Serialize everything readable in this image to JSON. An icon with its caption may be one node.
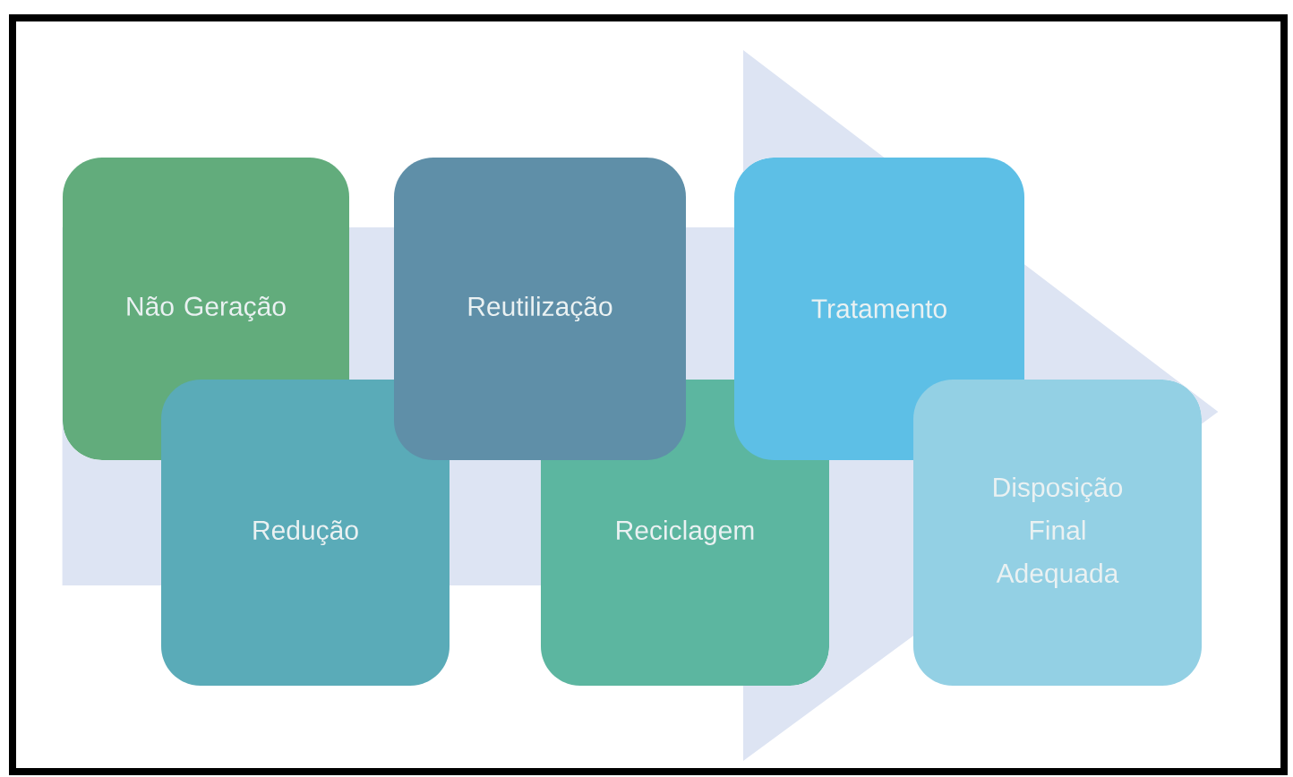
{
  "diagram": {
    "nodes": [
      {
        "text": [
          "Não Geração"
        ]
      },
      {
        "text": [
          "Redução"
        ]
      },
      {
        "text": [
          "Reutilização"
        ]
      },
      {
        "text": [
          "Reciclagem"
        ]
      },
      {
        "text": [
          "Tratamento"
        ]
      },
      {
        "text": [
          "Disposição Final Adequada"
        ]
      }
    ],
    "edges": [
      {
        "from": 0,
        "to": 5,
        "arrow": "to"
      }
    ]
  }
}
